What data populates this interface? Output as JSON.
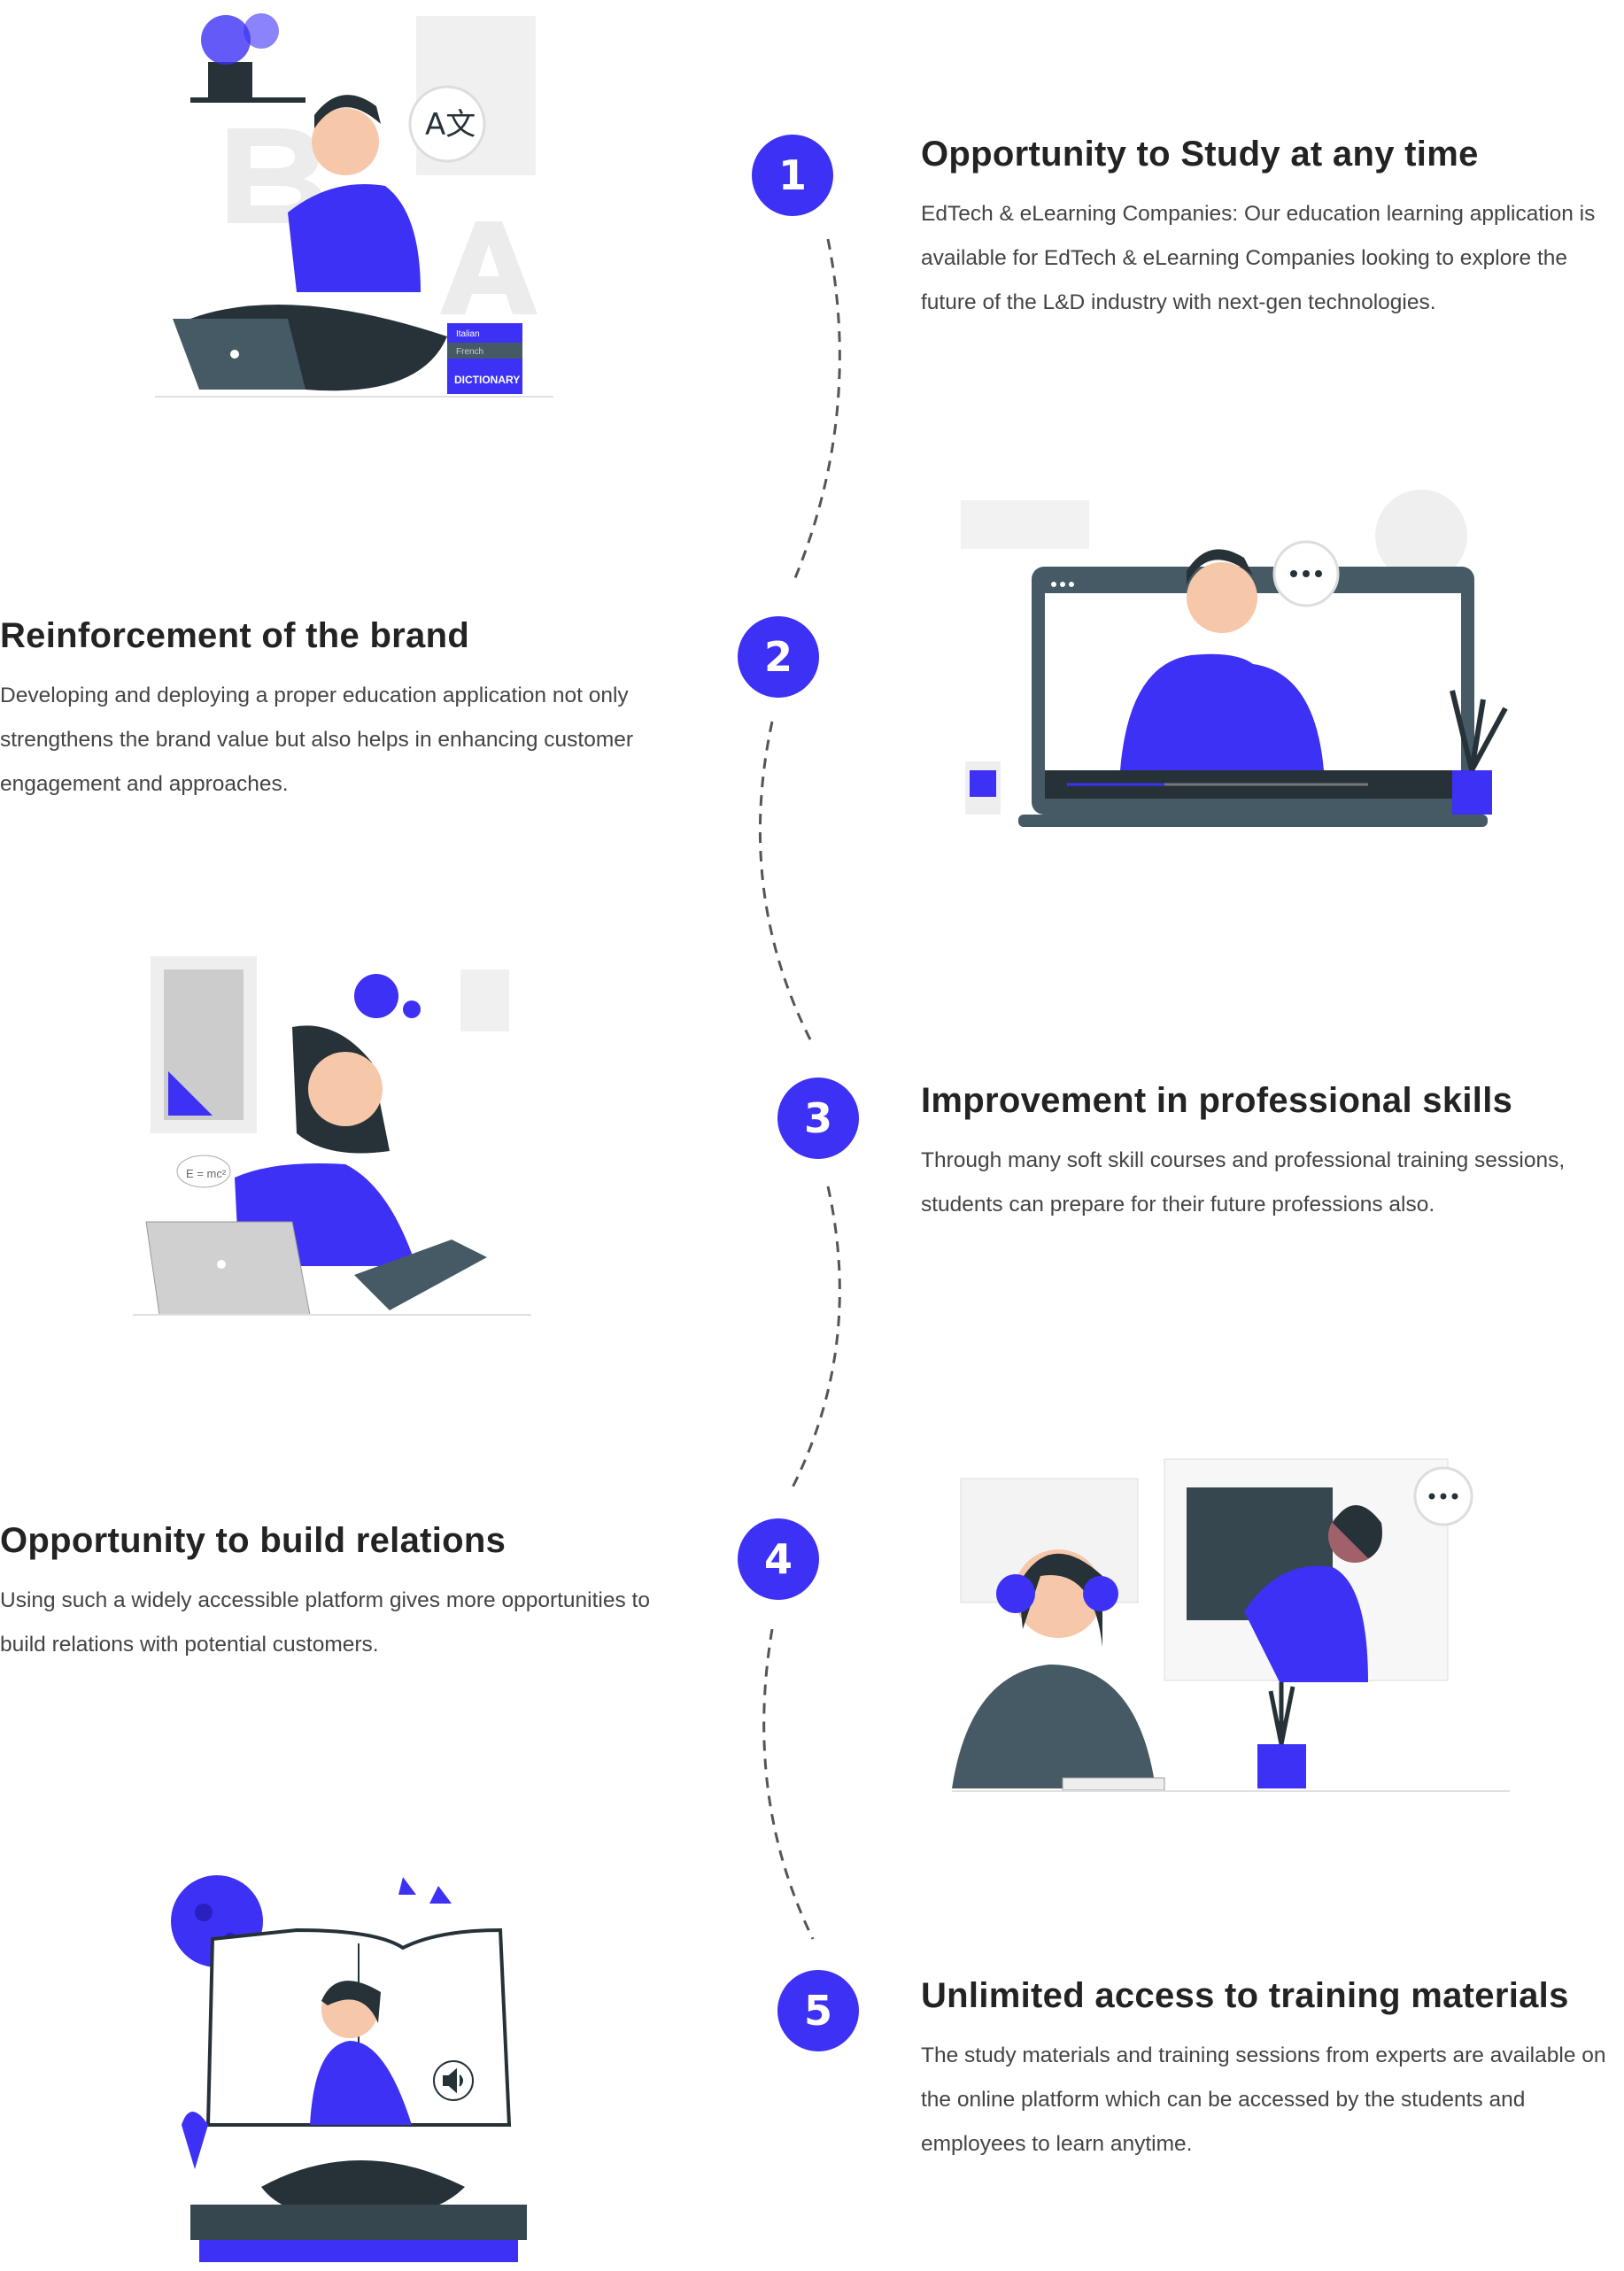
{
  "accent_color": "#3d31f5",
  "items": [
    {
      "number": "1",
      "title": "Opportunity to Study at any time",
      "body": "EdTech & eLearning Companies: Our education learning application is available for EdTech & eLearning Companies looking to explore the future of the L&D industry with next-gen technologies."
    },
    {
      "number": "2",
      "title": "Reinforcement of the brand",
      "body": "Developing and deploying a proper education application not only strengthens the brand value but also helps in enhancing customer engagement and approaches."
    },
    {
      "number": "3",
      "title": "Improvement in professional skills",
      "body": "Through many soft skill courses and professional training sessions, students can prepare for their future professions also."
    },
    {
      "number": "4",
      "title": "Opportunity to build relations",
      "body": "Using such a widely accessible platform gives more opportunities to build relations with potential customers."
    },
    {
      "number": "5",
      "title": "Unlimited access to training materials",
      "body": "The study materials and training sessions from experts are available on the online platform which can be accessed by the students and employees to learn anytime."
    }
  ],
  "illustration_labels": {
    "dictionary": "DICTIONARY",
    "italian": "Italian",
    "french": "French",
    "formula": "E = mc²"
  }
}
